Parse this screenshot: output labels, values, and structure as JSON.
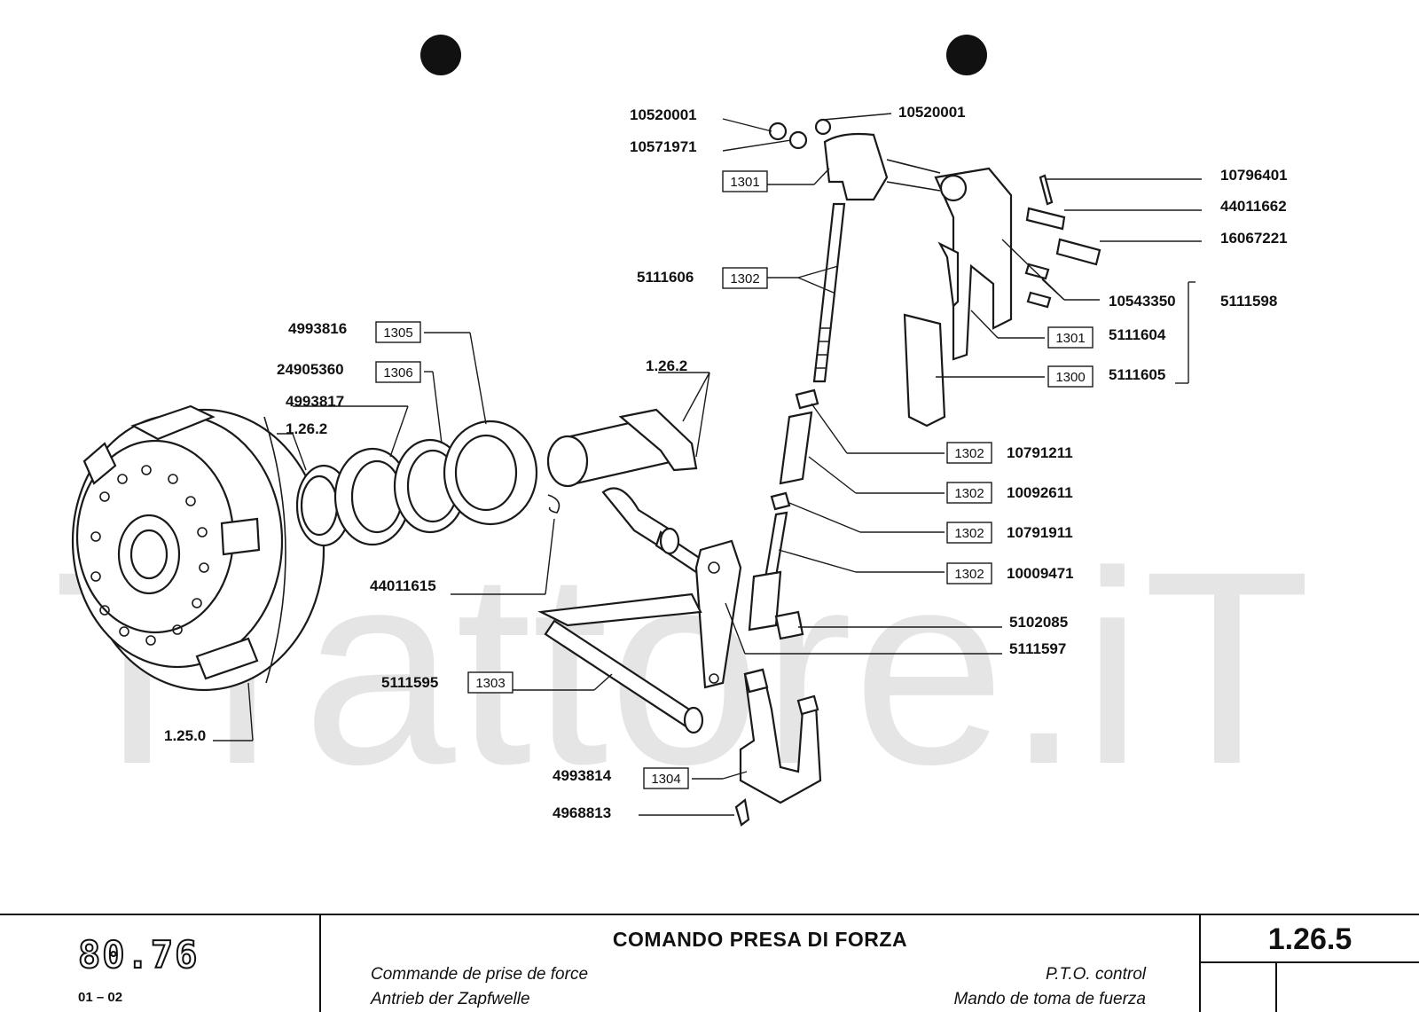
{
  "watermark": "Trattore.iT",
  "callouts": {
    "c10520001_a": "10520001",
    "c10520001_b": "10520001",
    "c10571971": "10571971",
    "c5111606": "5111606",
    "c4993816": "4993816",
    "c24905360": "24905360",
    "c4993817": "4993817",
    "c1262_a": "1.26.2",
    "c1262_b": "1.26.2",
    "c44011615": "44011615",
    "c5111595": "5111595",
    "c1250": "1.25.0",
    "c4993814": "4993814",
    "c4968813": "4968813",
    "c10796401": "10796401",
    "c44011662": "44011662",
    "c16067221": "16067221",
    "c10543350": "10543350",
    "c5111598": "5111598",
    "c5111604": "5111604",
    "c5111605": "5111605",
    "c10791211": "10791211",
    "c10092611": "10092611",
    "c10791911": "10791911",
    "c10009471": "10009471",
    "c5102085": "5102085",
    "c5111597": "5111597"
  },
  "boxes": {
    "b1301_a": "1301",
    "b1302_a": "1302",
    "b1305": "1305",
    "b1306": "1306",
    "b1301_b": "1301",
    "b1300": "1300",
    "b1302_b": "1302",
    "b1302_c": "1302",
    "b1302_d": "1302",
    "b1302_e": "1302",
    "b1303": "1303",
    "b1304": "1304"
  },
  "footer": {
    "logo": "80.76",
    "edition": "01 – 02",
    "title": "COMANDO PRESA DI FORZA",
    "sub_fr": "Commande de prise de force",
    "sub_de": "Antrieb der Zapfwelle",
    "sub_en": "P.T.O. control",
    "sub_es": "Mando de toma de fuerza",
    "ref": "1.26.5"
  }
}
